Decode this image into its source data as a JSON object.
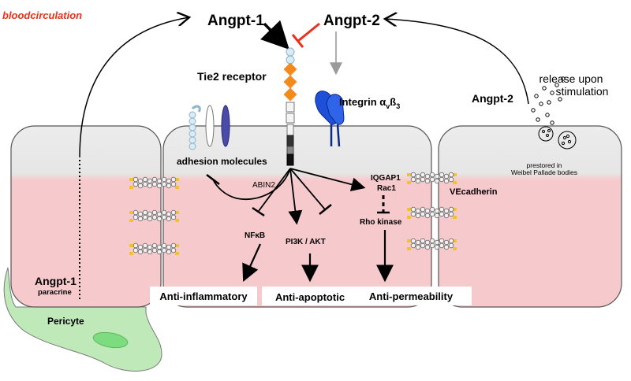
{
  "labels": {
    "bloodcirculation": "bloodcirculation",
    "angpt1_top": "Angpt-1",
    "angpt2_top": "Angpt-2",
    "tie2": "Tie2 receptor",
    "integrin": "Integrin α",
    "integrin_sub_v": "v",
    "integrin_beta": "ß",
    "integrin_sub_3": "3",
    "release_line1": "release upon",
    "release_line2": "stimulation",
    "angpt2_right": "Angpt-2",
    "prestored_line1": "prestored in",
    "prestored_line2": "Weibel Pallade bodies",
    "adhesion": "adhesion molecules",
    "abin2": "ABIN2",
    "iqgap1": "IQGAP1",
    "rac1": "Rac1",
    "rho_kinase": "Rho kinase",
    "nfkb": "NFκB",
    "pi3k": "PI3K / AKT",
    "vecadherin": "VEcadherin",
    "angpt1_left": "Angpt-1",
    "paracrine": "paracrine",
    "pericyte": "Pericyte",
    "anti_inflammatory": "Anti-inflammatory",
    "anti_apoptotic": "Anti-apoptotic",
    "anti_permeability": "Anti-permeability"
  },
  "colors": {
    "cell_fill": "#f6c9cc",
    "cell_top": "#ececec",
    "cell_stroke": "#555555",
    "pericyte_fill": "#bfe9b8",
    "pericyte_nucleus": "#7ddc80",
    "red_text": "#e8321e",
    "inhibit_red": "#e8321e",
    "orange": "#f28a1e",
    "integrin_blue": "#1e4fd8",
    "gray_arrow": "#9a9a9a",
    "light_blue": "#d9ebf5",
    "cadherin_yellow": "#f2c12e",
    "ellipse_purple": "#4a4aa8"
  }
}
